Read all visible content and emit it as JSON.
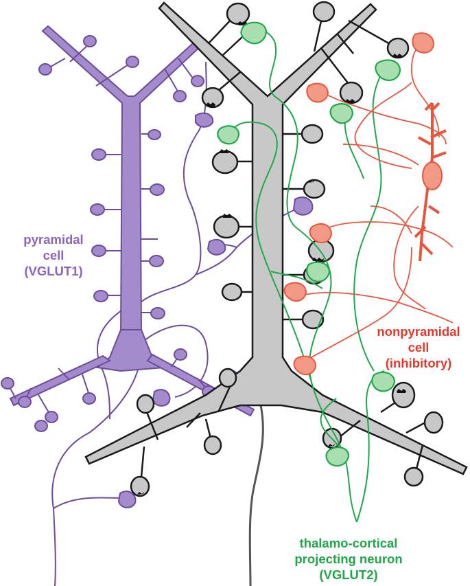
{
  "labels": {
    "pyramidal": [
      "pyramidal",
      "cell",
      "(VGLUT1)"
    ],
    "nonpyramidal": [
      "nonpyramidal",
      "cell",
      "(inhibitory)"
    ],
    "thalamo": [
      "thalamo-cortical",
      "projecting neuron",
      "(VGLUT2)"
    ]
  },
  "colors": {
    "pyramidal": "#8a64be",
    "principal_neuron": "#c8c8c8",
    "outline": "#1a1a1a",
    "thalamocortical": "#1fa84a",
    "inhibitory": "#e8553c"
  }
}
